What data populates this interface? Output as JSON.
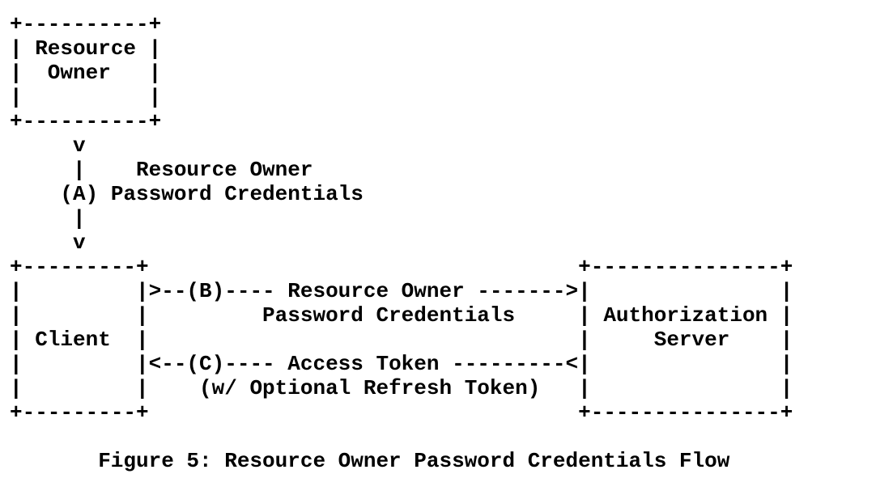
{
  "colors": {
    "background": "#ffffff",
    "text": "#000000"
  },
  "figure": {
    "caption": "Figure 5: Resource Owner Password Credentials Flow"
  },
  "diagram": {
    "type": "ascii-art",
    "entities": [
      "Resource Owner",
      "Client",
      "Authorization Server"
    ],
    "flow_steps": [
      {
        "label": "(A)",
        "text": "Resource Owner Password Credentials"
      },
      {
        "label": "(B)",
        "text": "Resource Owner Password Credentials"
      },
      {
        "label": "(C)",
        "text": "Access Token (w/ Optional Refresh Token)"
      }
    ],
    "ascii_lines": [
      "+----------+",
      "| Resource |",
      "|  Owner   |",
      "|          |",
      "+----------+",
      "     v",
      "     |    Resource Owner",
      "    (A) Password Credentials",
      "     |",
      "     v",
      "+---------+                                  +---------------+",
      "|         |>--(B)---- Resource Owner ------->|               |",
      "|         |         Password Credentials     | Authorization |",
      "| Client  |                                  |     Server    |",
      "|         |<--(C)---- Access Token ---------<|               |",
      "|         |    (w/ Optional Refresh Token)   |               |",
      "+---------+                                  +---------------+"
    ]
  }
}
